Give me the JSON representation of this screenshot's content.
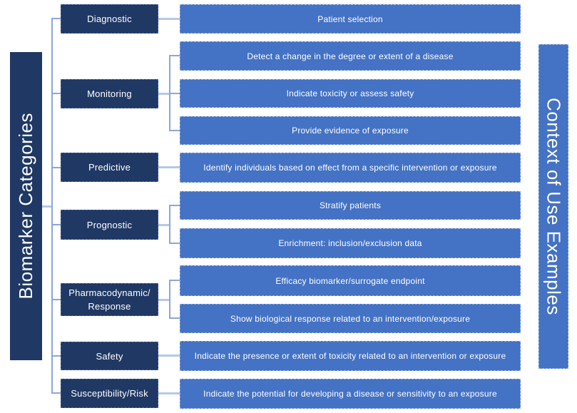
{
  "diagram": {
    "left_axis_label": "Biomarker Categories",
    "right_axis_label": "Context of Use Examples",
    "colors": {
      "category_box": "#1f3864",
      "example_box": "#4472c4",
      "side_bar_left": "#1f3864",
      "side_bar_right": "#4472c4",
      "connector": "#8ca6d9",
      "connector_stub": "#b6c8e8",
      "text": "#ffffff",
      "background": "#ffffff"
    },
    "categories": [
      {
        "label": "Diagnostic",
        "examples": [
          "Patient selection"
        ]
      },
      {
        "label": "Monitoring",
        "examples": [
          "Detect a change in the degree or extent of a disease",
          "Indicate toxicity or assess safety",
          "Provide evidence of exposure"
        ]
      },
      {
        "label": "Predictive",
        "examples": [
          "Identify individuals based on effect from a specific intervention or exposure"
        ]
      },
      {
        "label": "Prognostic",
        "examples": [
          "Stratify patients",
          "Enrichment: inclusion/exclusion data"
        ]
      },
      {
        "label": "Pharmacodynamic/\nResponse",
        "examples": [
          "Efficacy biomarker/surrogate endpoint",
          "Show biological response related to an intervention/exposure"
        ]
      },
      {
        "label": "Safety",
        "examples": [
          "Indicate the presence or extent of toxicity related to an intervention or exposure"
        ]
      },
      {
        "label": "Susceptibility/Risk",
        "examples": [
          "Indicate the potential for developing a disease or sensitivity to an exposure"
        ]
      }
    ]
  }
}
